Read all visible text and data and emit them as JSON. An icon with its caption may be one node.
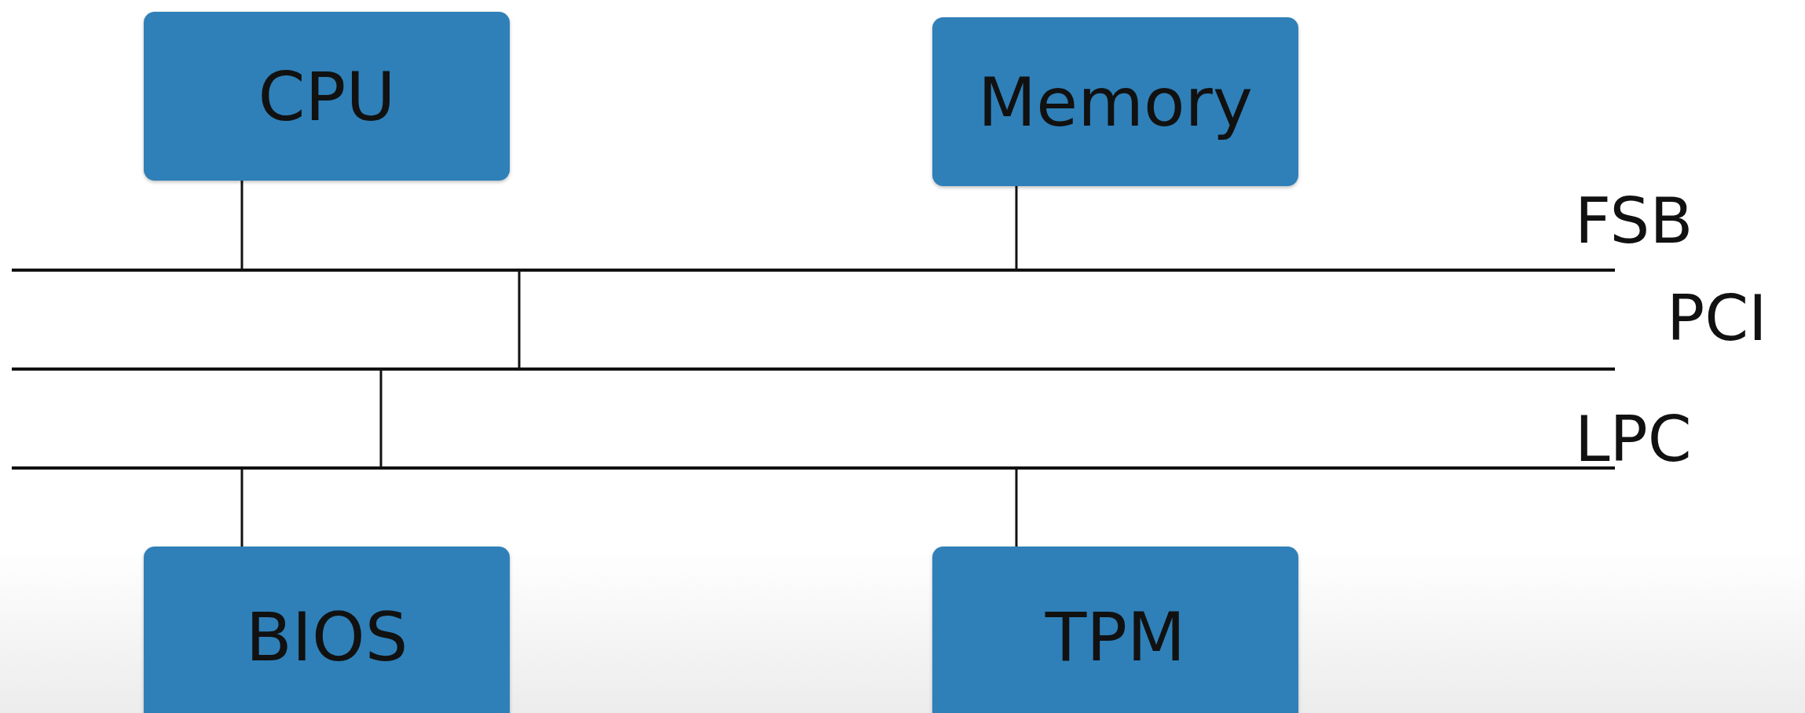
{
  "diagram": {
    "nodes": [
      {
        "text": [
          "CPU"
        ]
      },
      {
        "text": [
          "Memory"
        ]
      },
      {
        "text": [],
        "shape": "bar",
        "beside": [
          "FSB"
        ]
      },
      {
        "text": [],
        "shape": "bar",
        "beside": [
          "PCI"
        ]
      },
      {
        "text": [],
        "shape": "bar",
        "beside": [
          "LPC"
        ]
      },
      {
        "text": [
          "BIOS"
        ]
      },
      {
        "text": [
          "TPM"
        ]
      }
    ],
    "edges": [
      {
        "from": 0,
        "to": 2,
        "arrow": "none"
      },
      {
        "from": 1,
        "to": 2,
        "arrow": "none"
      },
      {
        "from": 2,
        "to": 3,
        "arrow": "none"
      },
      {
        "from": 3,
        "to": 4,
        "arrow": "none"
      },
      {
        "from": 4,
        "to": 5,
        "arrow": "none"
      },
      {
        "from": 4,
        "to": 6,
        "arrow": "none"
      }
    ]
  }
}
